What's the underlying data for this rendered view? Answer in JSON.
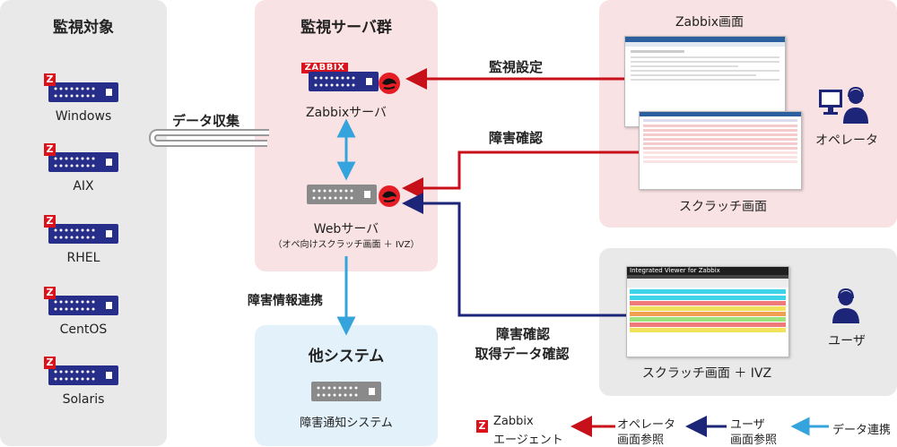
{
  "colors": {
    "operator_arrow": "#c8101a",
    "user_arrow": "#1c2577",
    "data_link": "#35a3dc",
    "server_body": "#262e8a",
    "zabbix_red": "#d9121b",
    "gray_panel": "#e9e9e9",
    "pink_panel": "#f9e2e3",
    "blue_panel": "#e3f1fa"
  },
  "monitored": {
    "title": "監視対象",
    "hosts": [
      "Windows",
      "AIX",
      "RHEL",
      "CentOS",
      "Solaris"
    ],
    "badge": "Z"
  },
  "collect_label": "データ収集",
  "server_group": {
    "title": "監視サーバ群",
    "zabbix_logo": "ZABBIX",
    "zabbix_server": "Zabbixサーバ",
    "web_server": "Webサーバ",
    "web_server_sub": "（オペ向けスクラッチ画面 ＋ IVZ）"
  },
  "notify_label": "障害情報連携",
  "other_system": {
    "title": "他システム",
    "item": "障害通知システム"
  },
  "arrows": {
    "monitor_setting": "監視設定",
    "fault_check": "障害確認",
    "fault_check_user_1": "障害確認",
    "fault_check_user_2": "取得データ確認"
  },
  "operator_panel": {
    "zabbix_screen": "Zabbix画面",
    "scratch_screen": "スクラッチ画面",
    "role": "オペレータ"
  },
  "user_panel": {
    "ivz_header": "Integrated Viewer for Zabbix",
    "caption": "スクラッチ画面 ＋ IVZ",
    "role": "ユーザ"
  },
  "legend": {
    "agent_badge": "Z",
    "agent_line1": "Zabbix",
    "agent_line2": "エージェント",
    "operator_line1": "オペレータ",
    "operator_line2": "画面参照",
    "user_line1": "ユーザ",
    "user_line2": "画面参照",
    "data_link": "データ連携"
  }
}
